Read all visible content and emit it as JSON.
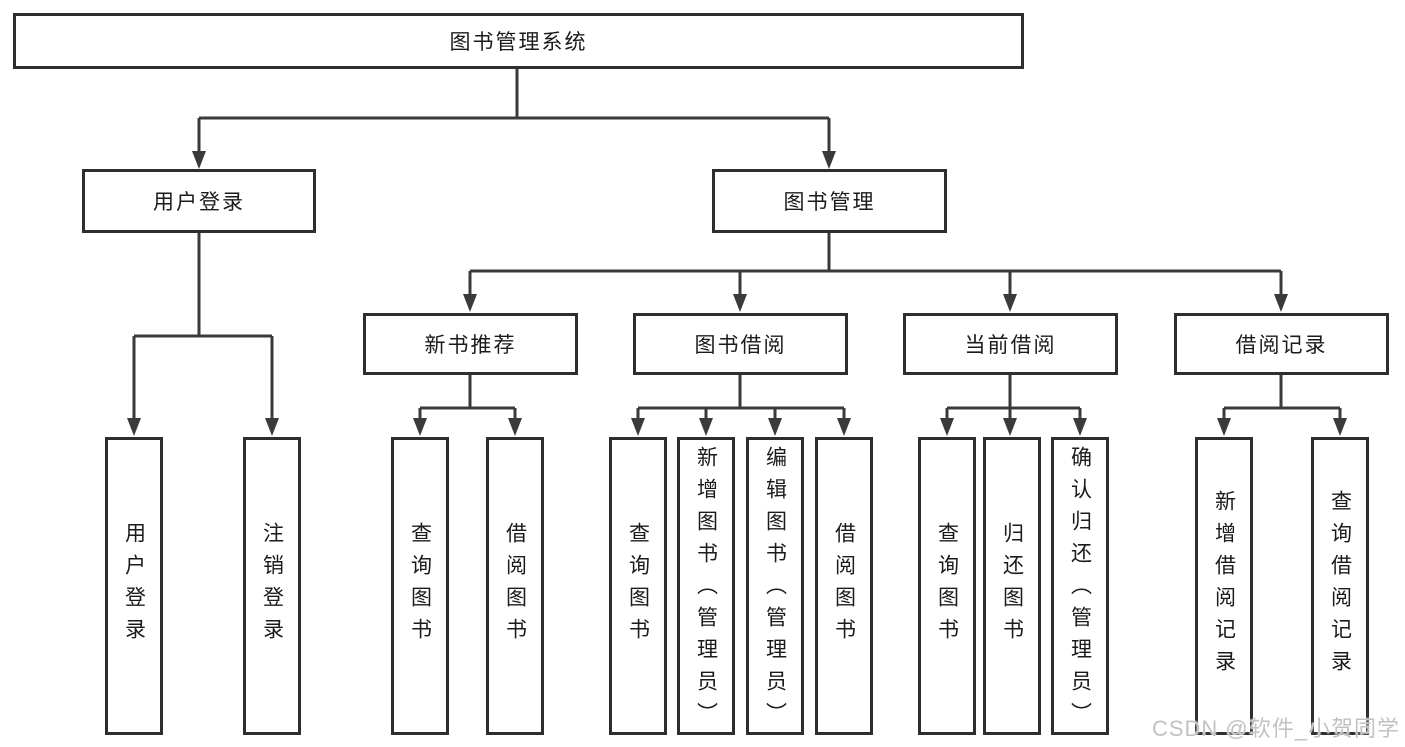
{
  "diagram_title": "图书管理系统",
  "tree": {
    "root": "图书管理系统",
    "children": [
      {
        "label": "用户登录",
        "children": [
          "用户登录",
          "注销登录"
        ]
      },
      {
        "label": "图书管理",
        "children": [
          {
            "label": "新书推荐",
            "children": [
              "查询图书",
              "借阅图书"
            ]
          },
          {
            "label": "图书借阅",
            "children": [
              "查询图书",
              "新增图书（管理员）",
              "编辑图书（管理员）",
              "借阅图书"
            ]
          },
          {
            "label": "当前借阅",
            "children": [
              "查询图书",
              "归还图书",
              "确认归还（管理员）"
            ]
          },
          {
            "label": "借阅记录",
            "children": [
              "新增借阅记录",
              "查询借阅记录"
            ]
          }
        ]
      }
    ]
  },
  "watermark": {
    "text": "CSDN @软件_小贺同学"
  },
  "colors": {
    "background": "#ffffff",
    "box_fill": "#ffffff",
    "box_border": "#2e2e2e",
    "line": "#3a3a3a",
    "text": "#1b1b1b",
    "watermark": "#c2c2c2"
  }
}
